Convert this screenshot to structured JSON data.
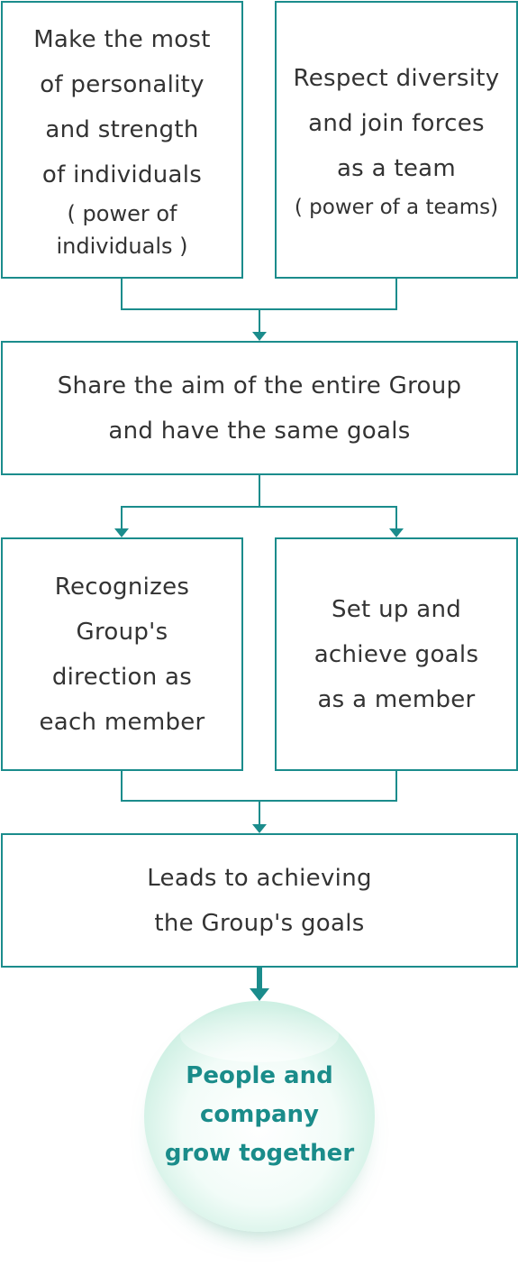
{
  "boxes": {
    "individuals": {
      "lines": [
        "Make the most",
        "of personality",
        "and strength",
        "of individuals"
      ],
      "sub": [
        "( power of",
        "individuals )"
      ]
    },
    "team": {
      "lines": [
        "Respect diversity",
        "and join forces",
        "as a team"
      ],
      "sub": [
        "( power of a teams)"
      ]
    },
    "share": {
      "lines": [
        "Share the aim of the entire Group",
        "and have the same goals"
      ]
    },
    "recognize": {
      "lines": [
        "Recognizes",
        "Group's",
        "direction as",
        "each member"
      ]
    },
    "setup": {
      "lines": [
        "Set up and",
        "achieve goals",
        "as a member"
      ]
    },
    "leads": {
      "lines": [
        "Leads to achieving",
        "the Group's goals"
      ]
    }
  },
  "result": {
    "lines": [
      "People and",
      "company",
      "grow together"
    ]
  },
  "colors": {
    "accent": "#1b8c8c",
    "text": "#333333",
    "result_text": "#1a8c8a"
  }
}
